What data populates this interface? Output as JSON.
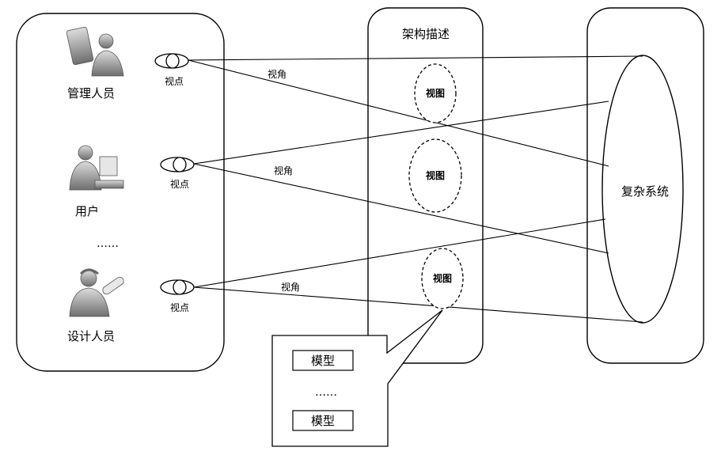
{
  "stakeholders": [
    {
      "label": "管理人员",
      "icon": "manager-person-icon"
    },
    {
      "label": "用户",
      "icon": "user-person-icon"
    },
    {
      "label": "设计人员",
      "icon": "designer-person-icon"
    }
  ],
  "stakeholder_ellipsis": "……",
  "viewpoint_label": "视点",
  "view_angle_label": "视角",
  "architecture": {
    "title": "架构描述",
    "views": [
      "视图",
      "视图",
      "视图"
    ]
  },
  "system": {
    "label": "复杂系统"
  },
  "models": {
    "items": [
      "模型",
      "模型"
    ],
    "ellipsis": "……"
  }
}
